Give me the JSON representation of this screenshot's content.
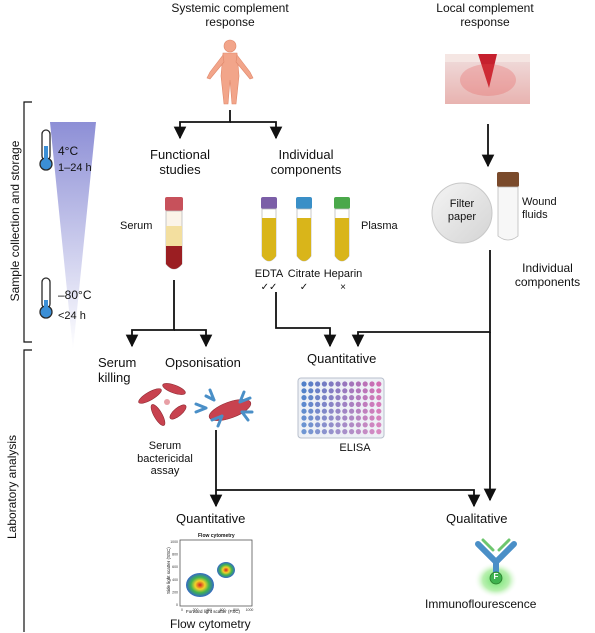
{
  "headers": {
    "systemic": [
      "Systemic complement",
      "response"
    ],
    "local": [
      "Local complement",
      "response"
    ]
  },
  "side_labels": {
    "collection": "Sample collection and storage",
    "laboratory": "Laboratory analysis"
  },
  "storage": {
    "cold_temp": "4°C",
    "cold_time": "1–24 h",
    "frozen_temp": "–80°C",
    "frozen_time": "<24 h"
  },
  "branches": {
    "functional": [
      "Functional",
      "studies"
    ],
    "individual": [
      "Individual",
      "components"
    ]
  },
  "serum_label": "Serum",
  "plasma_label": "Plasma",
  "tubes": [
    {
      "label": "EDTA",
      "mark": "✓✓",
      "cap_color": "#7b5ea7"
    },
    {
      "label": "Citrate",
      "mark": "✓",
      "cap_color": "#3a8fc7"
    },
    {
      "label": "Heparin",
      "mark": "×",
      "cap_color": "#4aa84a"
    }
  ],
  "local": {
    "filter_paper": [
      "Filter",
      "paper"
    ],
    "wound_fluids": [
      "Wound",
      "fluids"
    ],
    "individual_components": [
      "Individual",
      "components"
    ]
  },
  "assays": {
    "serum_killing": [
      "Serum",
      "killing"
    ],
    "opsonisation": "Opsonisation",
    "bactericidal": [
      "Serum",
      "bactericidal",
      "assay"
    ],
    "quantitative_elisa": "Quantitative",
    "elisa": "ELISA",
    "quantitative_flow": "Quantitative",
    "flow_cytometry": "Flow cytometry",
    "qualitative": "Qualitative",
    "immunofluorescence": "Immunoflourescence"
  },
  "flow_plot": {
    "title": "Flow cytometry",
    "xlabel": "Forward light scatter (FSC)",
    "ylabel": "Side light scatter (SSC)",
    "x_ticks": [
      "0",
      "200",
      "400",
      "600",
      "800",
      "1000"
    ],
    "y_ticks": [
      "0",
      "200",
      "400",
      "600",
      "800",
      "1000"
    ]
  },
  "antibody_badge": "F",
  "colors": {
    "arrow": "#111111",
    "serum_tube": "#d9a3a8",
    "plasma": "#d9b51a",
    "gradient_top": "#8d8fd6",
    "thermometer": "#3b8fd6",
    "bacteria": "#c8424f",
    "antibody": "#4a8fc7",
    "antibody_accent": "#6ec66e",
    "elisa_blue": "#4f7fc9",
    "elisa_pink": "#d36fb3"
  }
}
